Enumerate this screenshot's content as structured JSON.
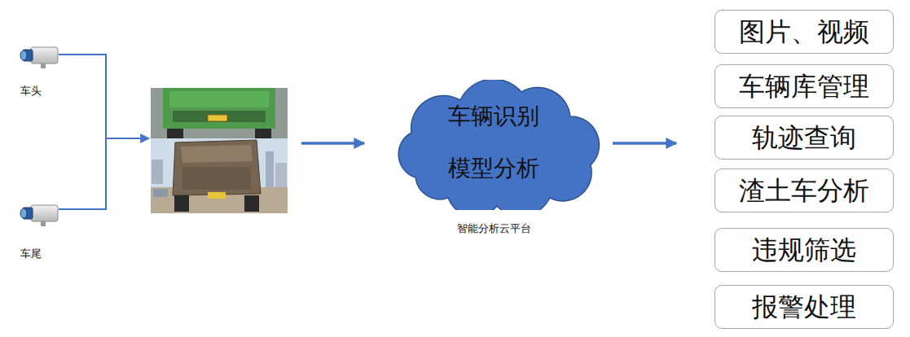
{
  "diagram": {
    "nodes": [
      {
        "text": [
          "车辆识别 模型分析",
          "智能分析云平台"
        ]
      },
      {
        "text": [
          "图片、视频"
        ]
      },
      {
        "text": [
          "车辆库管理"
        ]
      },
      {
        "text": [
          "轨迹查询"
        ]
      },
      {
        "text": [
          "渣土车分析"
        ]
      },
      {
        "text": [
          "违规筛选"
        ]
      },
      {
        "text": [
          "报警处理"
        ]
      }
    ],
    "labels": [
      "车头",
      "车尾"
    ]
  }
}
